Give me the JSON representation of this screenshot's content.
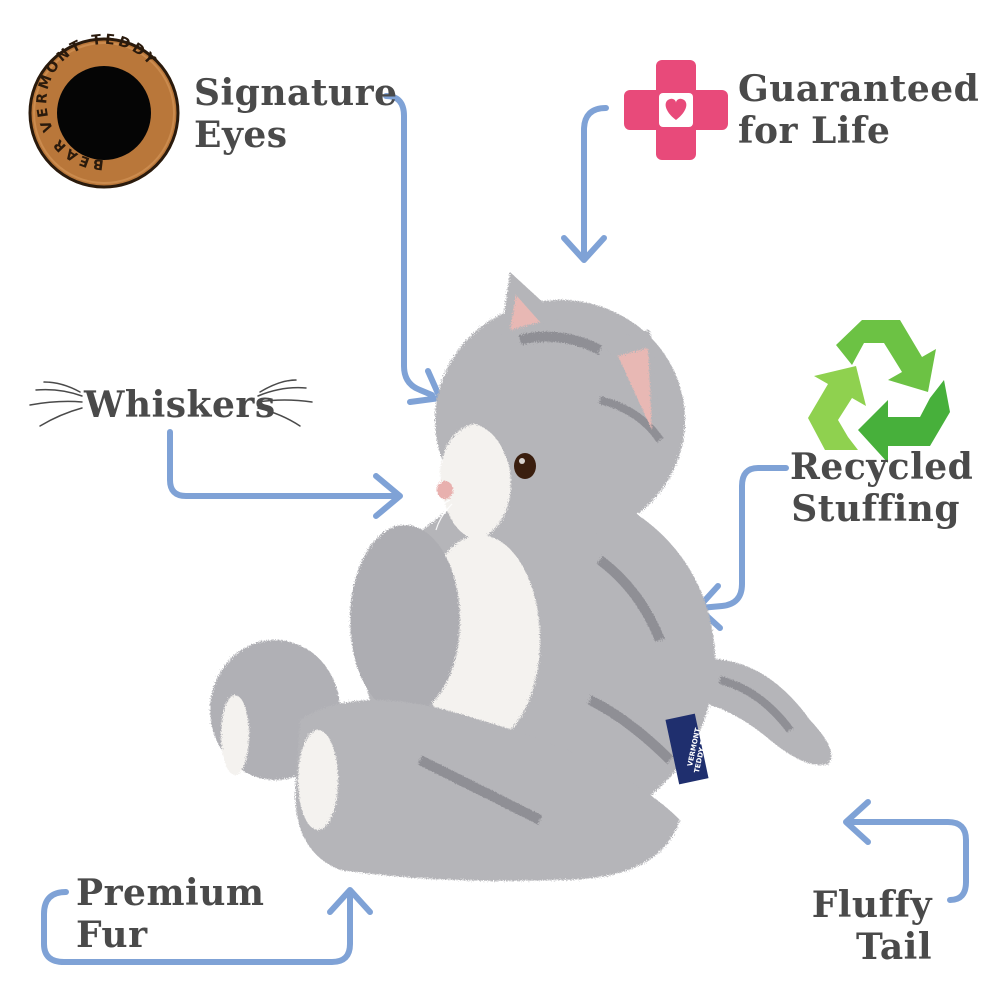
{
  "badge": {
    "text": "BEAR VERMONT TEDDY",
    "colors": {
      "ring": "#b9773a",
      "ring_edge": "#2a1a0c",
      "eye": "#050505",
      "text": "#2a1a0c"
    }
  },
  "callouts": {
    "signature_eyes": {
      "line1": "Signature",
      "line2": "Eyes"
    },
    "guaranteed": {
      "line1": "Guaranteed",
      "line2": "for Life"
    },
    "whiskers": {
      "line1": "Whiskers"
    },
    "recycled": {
      "line1": "Recycled",
      "line2": "Stuffing"
    },
    "premium_fur": {
      "line1": "Premium",
      "line2": "Fur"
    },
    "fluffy_tail": {
      "line1": "Fluffy",
      "line2": "Tail"
    }
  },
  "tag": {
    "line1": "VERMONT",
    "line2": "TEDDY BEAR"
  },
  "colors": {
    "arrow": "#7fa2d6",
    "text": "#4a4a4a",
    "cross": "#e84a7a",
    "recycle_light": "#8fd14f",
    "recycle_dark": "#3aa635",
    "fur": "#b5b5b9",
    "fur_dark": "#8f8f95",
    "fur_white": "#f4f2ef",
    "ear_pink": "#e8b8b4",
    "tag_blue": "#1f2f6e"
  },
  "icons": [
    "vermont-teddy-badge-icon",
    "heart-cross-icon",
    "recycle-icon",
    "whiskers-icon"
  ]
}
